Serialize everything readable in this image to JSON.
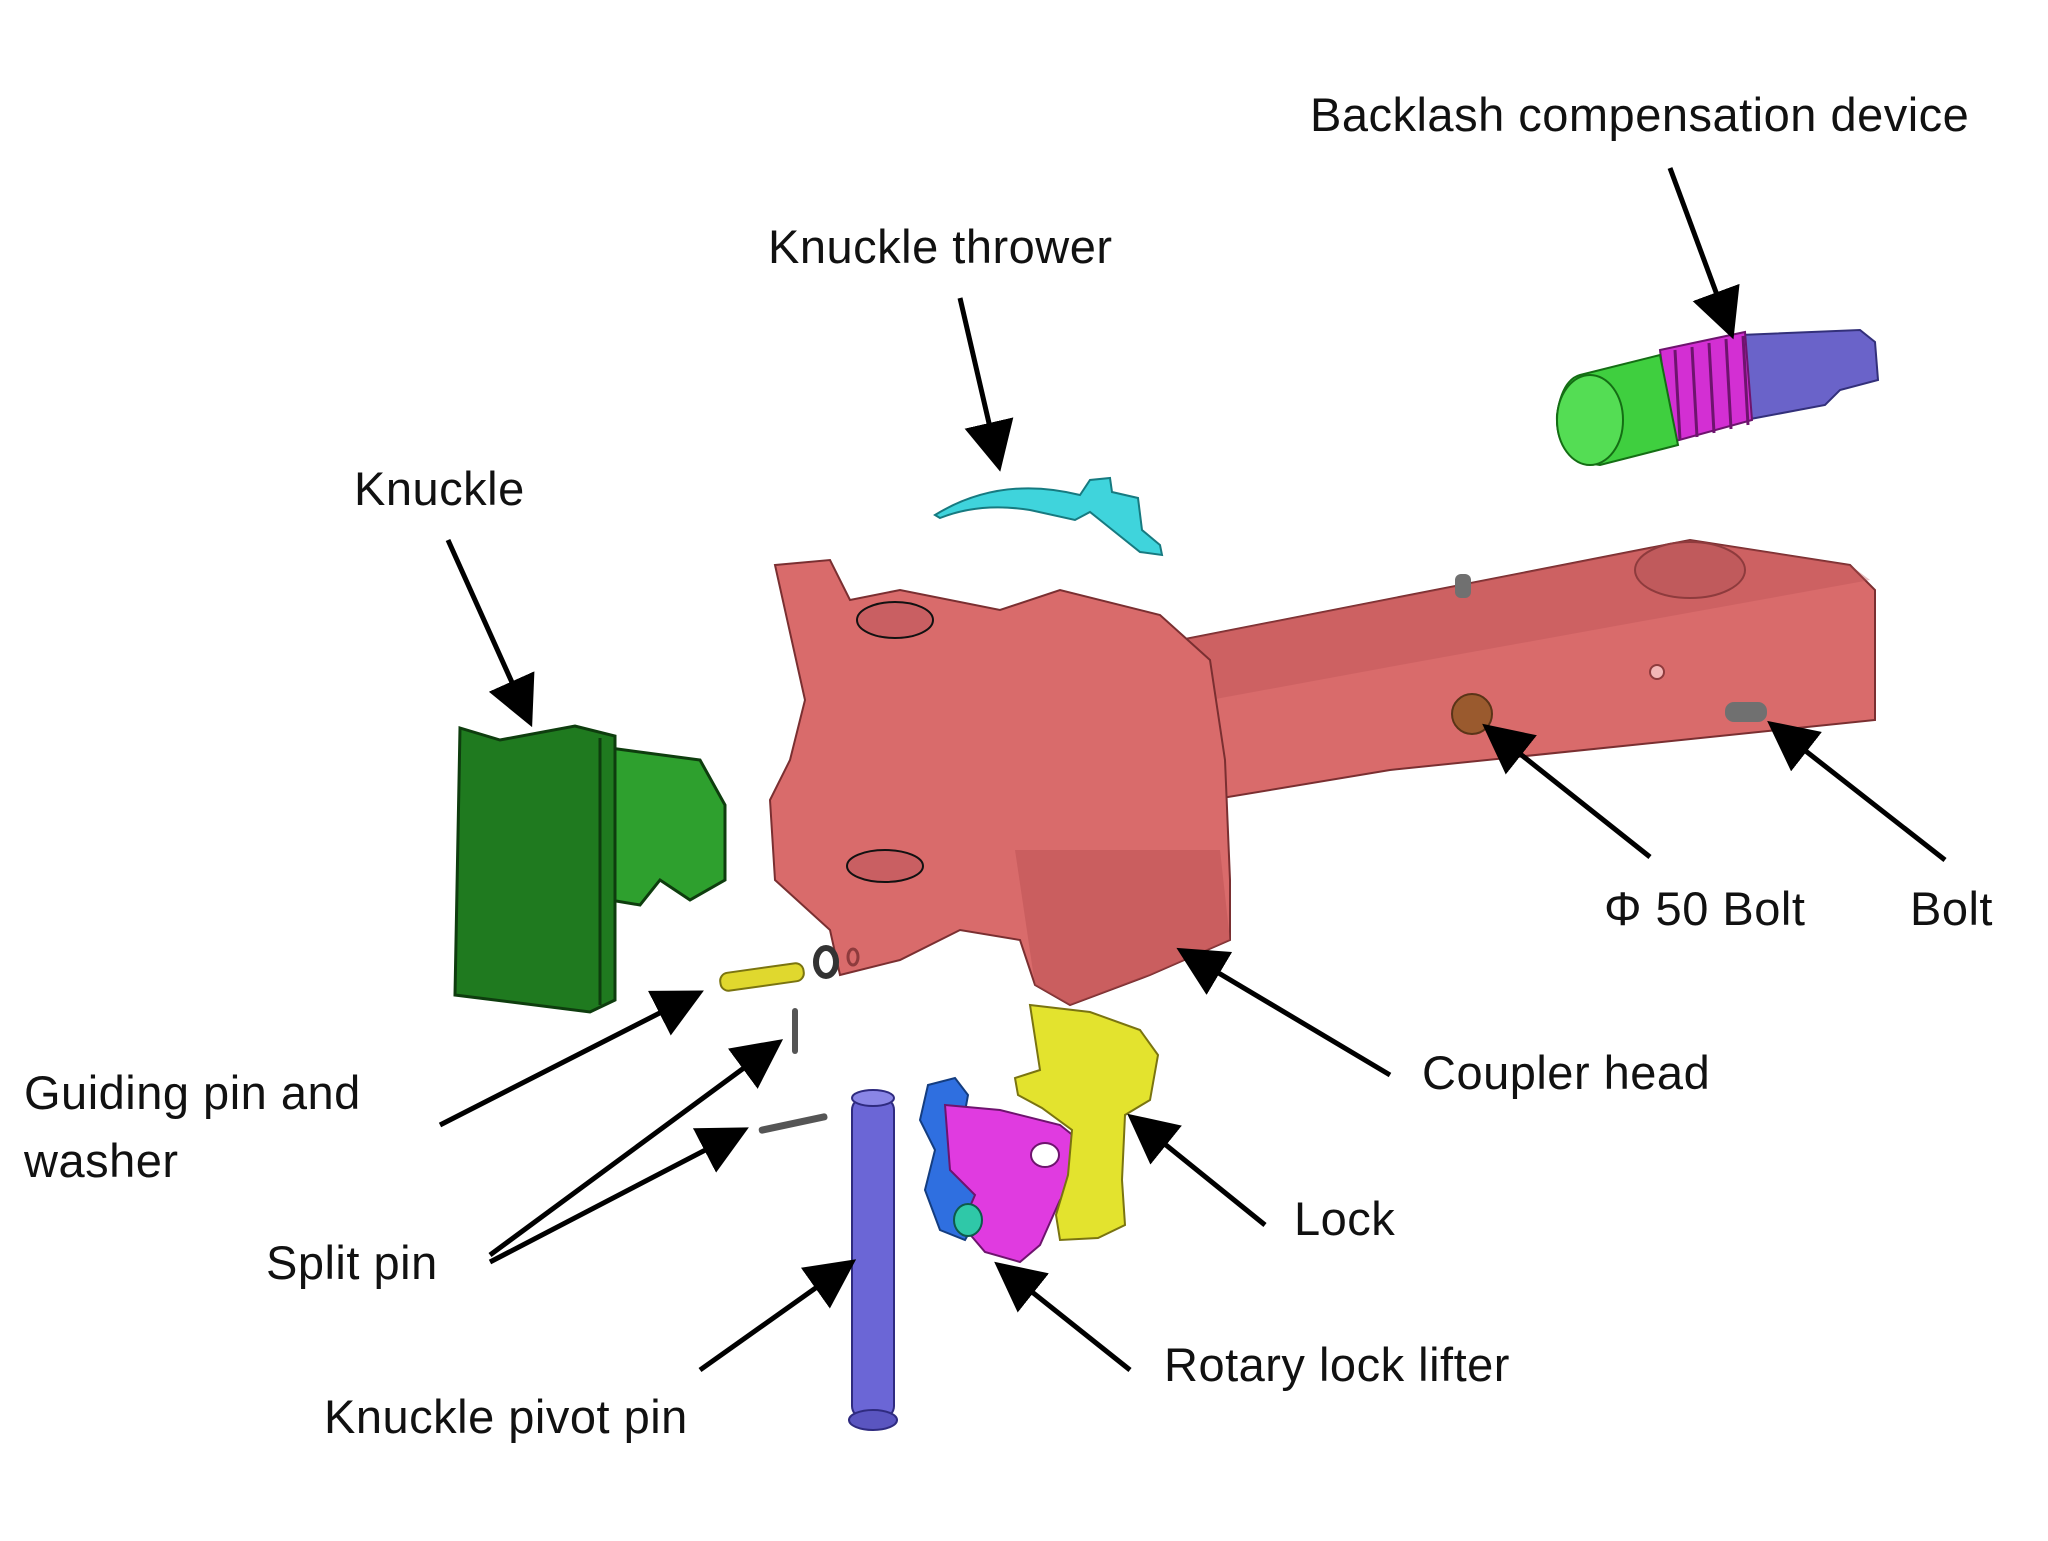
{
  "labels": {
    "backlash": "Backlash compensation device",
    "knuckle_thrower": "Knuckle thrower",
    "knuckle": "Knuckle",
    "bolt50": "Φ 50 Bolt",
    "bolt": "Bolt",
    "coupler_head": "Coupler head",
    "guiding_pin_1": "Guiding pin and",
    "guiding_pin_2": "washer",
    "split_pin": "Split pin",
    "lock": "Lock",
    "rotary_lock_lifter": "Rotary lock lifter",
    "knuckle_pivot_pin": "Knuckle pivot pin"
  },
  "colors": {
    "coupler_head": "#d96b6b",
    "coupler_head_dark": "#b84f52",
    "knuckle": "#1f7a1f",
    "knuckle_light": "#2ea02e",
    "knuckle_thrower": "#3fd4dc",
    "backlash_green": "#3fcf3f",
    "backlash_spring": "#d32fd3",
    "backlash_blue": "#6a63c9",
    "lock": "#e3e32e",
    "rotary_lock_lifter": "#e03be0",
    "rotary_blue": "#2f6fe0",
    "pivot_pin": "#6b66d6",
    "guiding_pin": "#e0d82e",
    "bolt50": "#9a5a2e",
    "bolt_gray": "#707070",
    "arrow": "#000000"
  }
}
